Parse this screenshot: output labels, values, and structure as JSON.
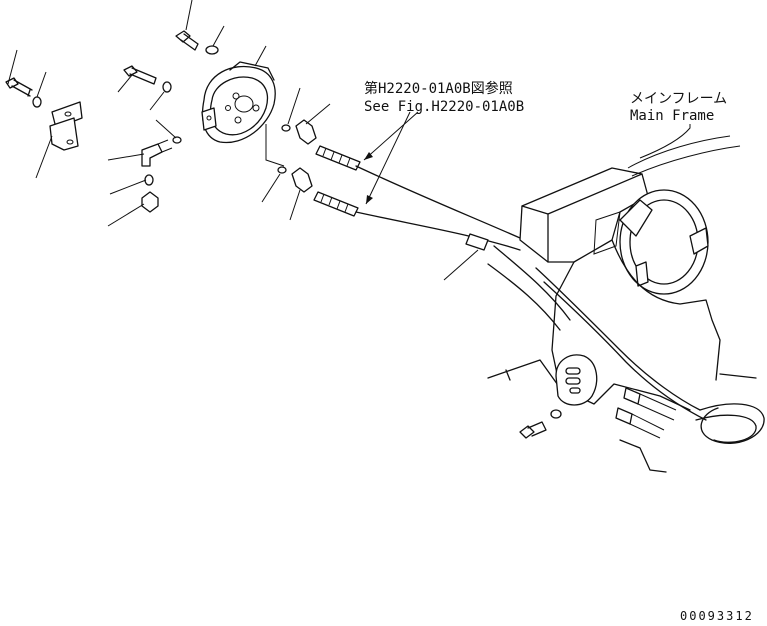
{
  "reference_note": {
    "line_jp": "第H2220-01A0B図参照",
    "line_en": "See Fig.H2220-01A0B"
  },
  "main_frame_label": {
    "jp": "メインフレーム",
    "en": "Main Frame"
  },
  "drawing_number": "00093312"
}
